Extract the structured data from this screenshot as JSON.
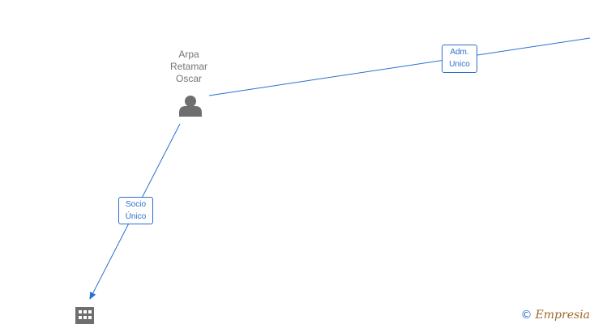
{
  "nodes": {
    "person": {
      "name_lines": [
        "Arpa",
        "Retamar",
        "Oscar"
      ],
      "icon": "person-icon"
    },
    "company": {
      "icon": "building-icon"
    }
  },
  "edges": [
    {
      "from": "person",
      "to": "offscreen-right",
      "label_lines": [
        "Adm.",
        "Unico"
      ]
    },
    {
      "from": "person",
      "to": "company",
      "label_lines": [
        "Socio",
        "Único"
      ]
    }
  ],
  "watermark": {
    "symbol": "©",
    "brand": "Empresia"
  },
  "colors": {
    "edge": "#2a70cf",
    "icon": "#6e6e6e",
    "text": "#767676"
  }
}
